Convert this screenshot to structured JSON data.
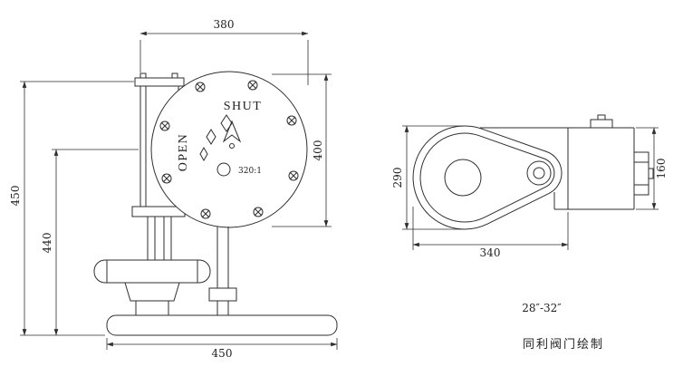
{
  "page": {
    "background": "#ffffff",
    "line_color": "#2e2e2e"
  },
  "front_view": {
    "dim_top": "380",
    "dim_right": "400",
    "dim_left_outer": "450",
    "dim_left_inner": "440",
    "dim_bottom": "450",
    "label_shut": "SHUT",
    "label_open": "OPEN",
    "gear_ratio": "320:1"
  },
  "side_view": {
    "dim_left": "290",
    "dim_bottom": "340",
    "dim_right": "160"
  },
  "notes": {
    "size_range": "28″-32″",
    "credit": "同利阀门绘制"
  }
}
